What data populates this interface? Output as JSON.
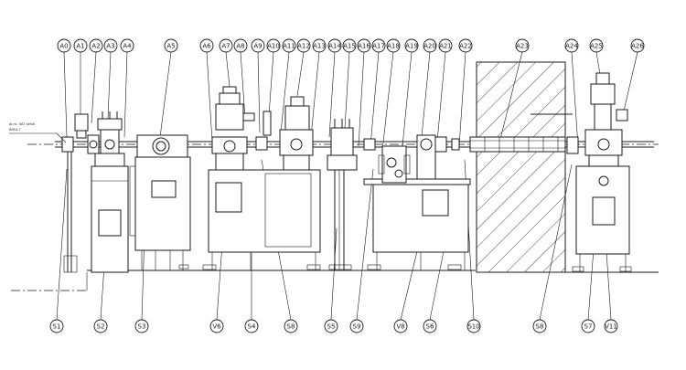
{
  "top_labels": [
    "A0",
    "A1",
    "A2",
    "A3",
    "A4",
    "A5",
    "A6",
    "A7",
    "A8",
    "A9",
    "A10",
    "A11",
    "A12",
    "A13",
    "A14",
    "A15",
    "A16",
    "A17",
    "A18",
    "A19",
    "A20",
    "A21",
    "A22",
    "A23",
    "A24",
    "A25",
    "A26"
  ],
  "bottom_labels": [
    "S1",
    "S2",
    "S3",
    "V6",
    "S4",
    "S8",
    "S5",
    "S9",
    "V8",
    "S6",
    "S10",
    "S8",
    "S7",
    "V11"
  ],
  "note_lines": [
    "ф.нс. VAT serial",
    "BPA3-7"
  ]
}
